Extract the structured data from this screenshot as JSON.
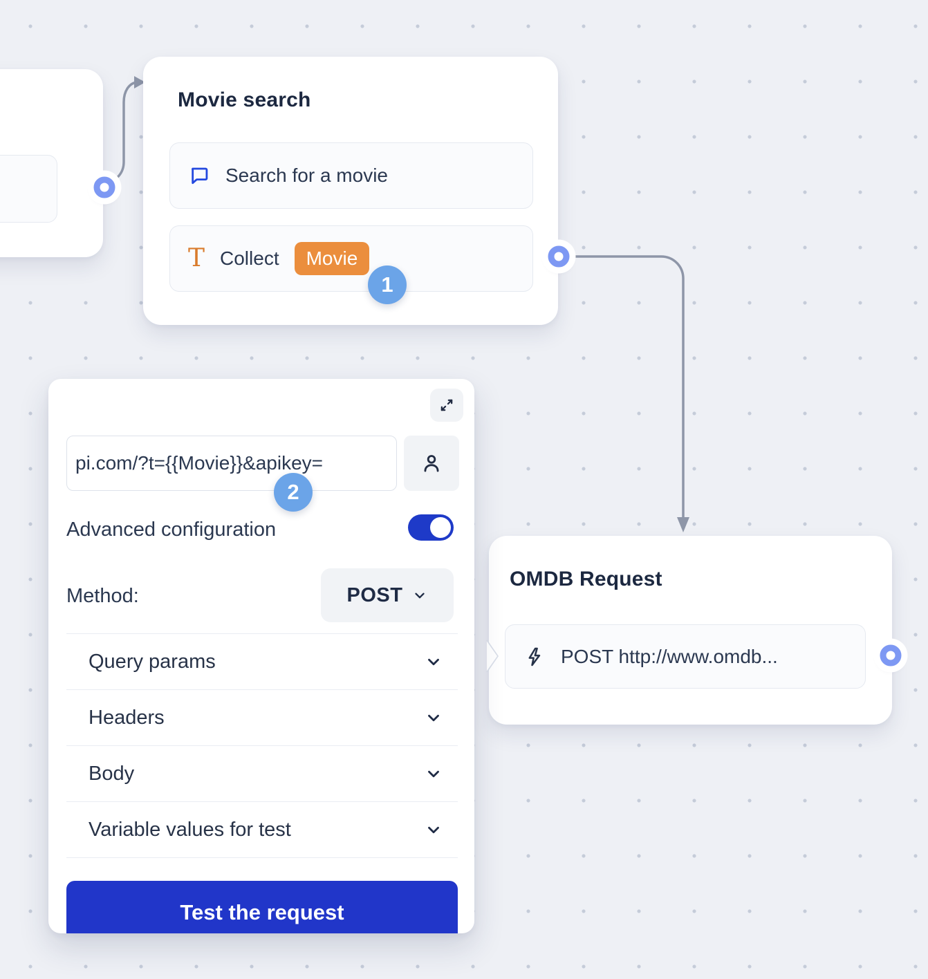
{
  "canvas": {
    "background": "#eef0f5",
    "dot_color": "#c5ccd9",
    "connector_color": "#8e96a8"
  },
  "annotations": {
    "step1": "1",
    "step2": "2",
    "badge_color": "#6ba4e8"
  },
  "nodes": {
    "movie_search": {
      "title": "Movie search",
      "items": [
        {
          "icon": "chat-bubble-icon",
          "label": "Search for a movie"
        },
        {
          "icon": "text-collect-icon",
          "icon_glyph": "T",
          "label": "Collect",
          "badge": "Movie",
          "badge_color": "#eb8e3d"
        }
      ]
    },
    "omdb": {
      "title": "OMDB Request",
      "items": [
        {
          "icon": "lightning-icon",
          "label": "POST http://www.omdb..."
        }
      ]
    }
  },
  "config_panel": {
    "url_value": "pi.com/?t={{Movie}}&apikey=",
    "advanced_label": "Advanced configuration",
    "toggle_state": "on",
    "toggle_color": "#1e3ac8",
    "method_label": "Method:",
    "method_value": "POST",
    "sections": [
      {
        "label": "Query params"
      },
      {
        "label": "Headers"
      },
      {
        "label": "Body"
      },
      {
        "label": "Variable values for test"
      }
    ],
    "test_button_label": "Test the request"
  }
}
